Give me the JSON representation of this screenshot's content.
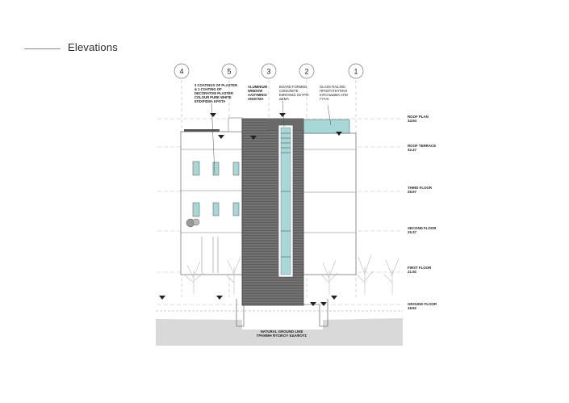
{
  "page": {
    "title": "Elevations"
  },
  "grid_axes": [
    "4",
    "5",
    "3",
    "2",
    "1"
  ],
  "annotations": {
    "plaster": [
      "3 COATINGS OF PLASTER",
      "& 1 COATING OF",
      "DECORATIVE PLASTER",
      "COLOUR PURE WHITE",
      "ΕΠΙΧΡΙΣΜΑ ΚΡΟΤΑ"
    ],
    "window": [
      "ALUMINIUM",
      "WINDOW",
      "ΑΛΟΥΜΙΝΙΟ",
      "ΑΝΟΙΓΜΑ"
    ],
    "concrete": [
      "BOARD FORMED",
      "CONCRETE",
      "ΕΜΦΑΝΕΣ ΣΚΥΡΟ-",
      "ΔΕΜΑ"
    ],
    "glass": [
      "GLASS RAILING",
      "ΠΡΟΣΤΑΤΕΥΤΙΚΟ",
      "ΚΙΓΚΛΙΔΩΜΑ ΑΠΟ",
      "ΓΥΑΛΙ"
    ]
  },
  "levels": [
    {
      "name": "ROOF PLAN",
      "value": "34.94"
    },
    {
      "name": "ROOF TERRACE",
      "value": "32.47"
    },
    {
      "name": "THIRD FLOOR",
      "value": "28.97"
    },
    {
      "name": "SECOND FLOOR",
      "value": "25.37"
    },
    {
      "name": "FIRST FLOOR",
      "value": "21.92"
    },
    {
      "name": "GROUND FLOOR",
      "value": "18.92"
    }
  ],
  "ground_line": [
    "NATURAL GROUND LINE",
    "ΓΡΑΜΜΗ ΦΥΣΙΚΟΥ ΕΔΑΦΟΥΣ"
  ]
}
